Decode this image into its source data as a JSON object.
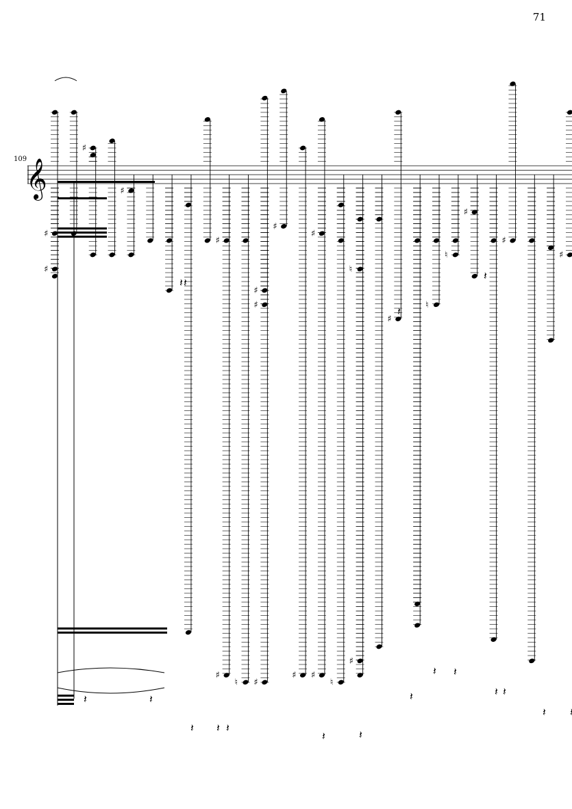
{
  "page": {
    "page_number": "71",
    "measure_number": "109",
    "clef": "treble"
  },
  "columns": [
    {
      "id": "c01",
      "notes": [
        0.1,
        0.27,
        0.32,
        0.33
      ],
      "acc": [
        0,
        2,
        2,
        0
      ]
    },
    {
      "id": "c02",
      "notes": [
        0.1,
        0.27
      ],
      "acc": [
        0,
        0
      ]
    },
    {
      "id": "c03",
      "notes": [
        0.15,
        0.16,
        0.3
      ],
      "acc": [
        2,
        0,
        0
      ]
    },
    {
      "id": "c04",
      "notes": [
        0.14,
        0.3
      ],
      "acc": [
        0,
        0
      ]
    },
    {
      "id": "c05",
      "notes": [
        0.21,
        0.3
      ],
      "acc": [
        2,
        0
      ]
    },
    {
      "id": "c06",
      "notes": [
        0.28
      ],
      "acc": [
        0
      ]
    },
    {
      "id": "c07",
      "notes": [
        0.28,
        0.35
      ],
      "acc": [
        0,
        0
      ]
    },
    {
      "id": "c08",
      "notes": [
        0.23,
        0.83
      ],
      "acc": [
        0,
        0
      ]
    },
    {
      "id": "c09",
      "notes": [
        0.11,
        0.28
      ],
      "acc": [
        0,
        0
      ]
    },
    {
      "id": "c10",
      "notes": [
        0.28,
        0.89
      ],
      "acc": [
        2,
        2
      ]
    },
    {
      "id": "c11",
      "notes": [
        0.28,
        0.9
      ],
      "acc": [
        0,
        1
      ]
    },
    {
      "id": "c12",
      "notes": [
        0.08,
        0.35,
        0.37,
        0.9
      ],
      "acc": [
        0,
        2,
        2,
        2
      ]
    },
    {
      "id": "c13",
      "notes": [
        0.07,
        0.26
      ],
      "acc": [
        0,
        2
      ]
    },
    {
      "id": "c14",
      "notes": [
        0.15,
        0.89
      ],
      "acc": [
        0,
        2
      ]
    },
    {
      "id": "c15",
      "notes": [
        0.11,
        0.27,
        0.89
      ],
      "acc": [
        0,
        2,
        2
      ]
    },
    {
      "id": "c16",
      "notes": [
        0.23,
        0.28,
        0.9
      ],
      "acc": [
        0,
        0,
        1
      ]
    },
    {
      "id": "c17",
      "notes": [
        0.25,
        0.32,
        0.87,
        0.89
      ],
      "acc": [
        0,
        1,
        2,
        0
      ]
    },
    {
      "id": "c18",
      "notes": [
        0.25,
        0.85
      ],
      "acc": [
        0,
        0
      ]
    },
    {
      "id": "c19",
      "notes": [
        0.1,
        0.39
      ],
      "acc": [
        0,
        2
      ]
    },
    {
      "id": "c20",
      "notes": [
        0.28,
        0.79,
        0.82
      ],
      "acc": [
        0,
        0,
        0
      ]
    },
    {
      "id": "c21",
      "notes": [
        0.28,
        0.37
      ],
      "acc": [
        0,
        1
      ]
    },
    {
      "id": "c22",
      "notes": [
        0.28,
        0.3
      ],
      "acc": [
        0,
        1
      ]
    },
    {
      "id": "c23",
      "notes": [
        0.24,
        0.33
      ],
      "acc": [
        2,
        0
      ]
    },
    {
      "id": "c24",
      "notes": [
        0.28,
        0.84
      ],
      "acc": [
        0,
        0
      ]
    },
    {
      "id": "c25",
      "notes": [
        0.06,
        0.28
      ],
      "acc": [
        0,
        2
      ]
    },
    {
      "id": "c26",
      "notes": [
        0.28,
        0.87
      ],
      "acc": [
        0,
        0
      ]
    },
    {
      "id": "c27",
      "notes": [
        0.29,
        0.42
      ],
      "acc": [
        0,
        0
      ]
    },
    {
      "id": "c28",
      "notes": [
        0.1,
        0.3
      ],
      "acc": [
        0,
        2
      ]
    }
  ]
}
